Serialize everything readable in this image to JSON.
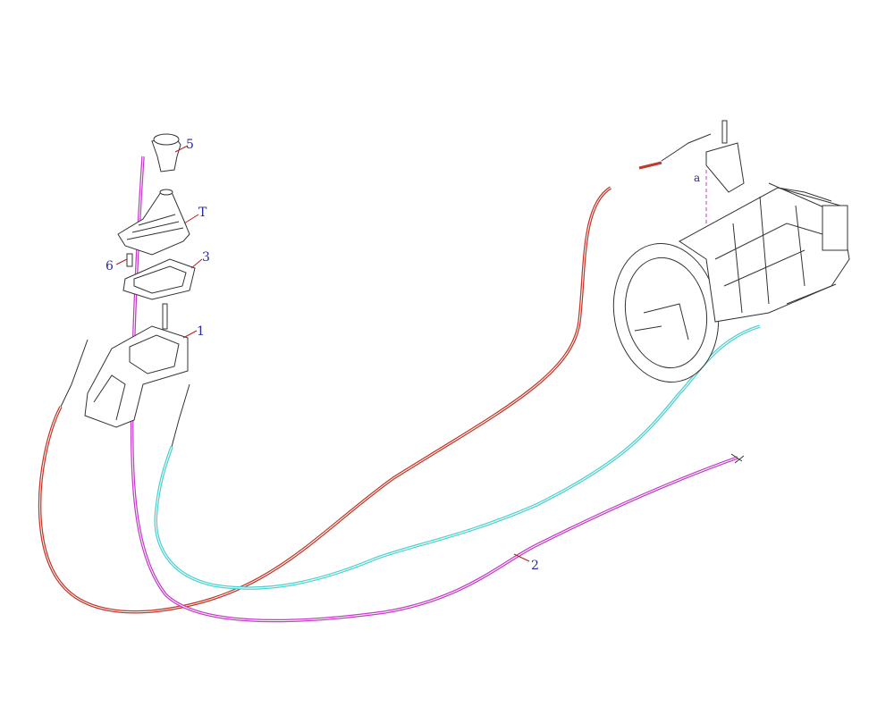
{
  "labels": {
    "part_1": "1",
    "part_2": "2",
    "part_3": "3",
    "part_5": "5",
    "part_6": "6",
    "part_t": "T",
    "detail_a": "a"
  },
  "colors": {
    "cable_red": "#c0392b",
    "cable_cyan": "#4fd0d0",
    "cable_magenta": "#c33cc8",
    "label_blue": "#2a2a9a",
    "leader_red": "#b02020"
  }
}
